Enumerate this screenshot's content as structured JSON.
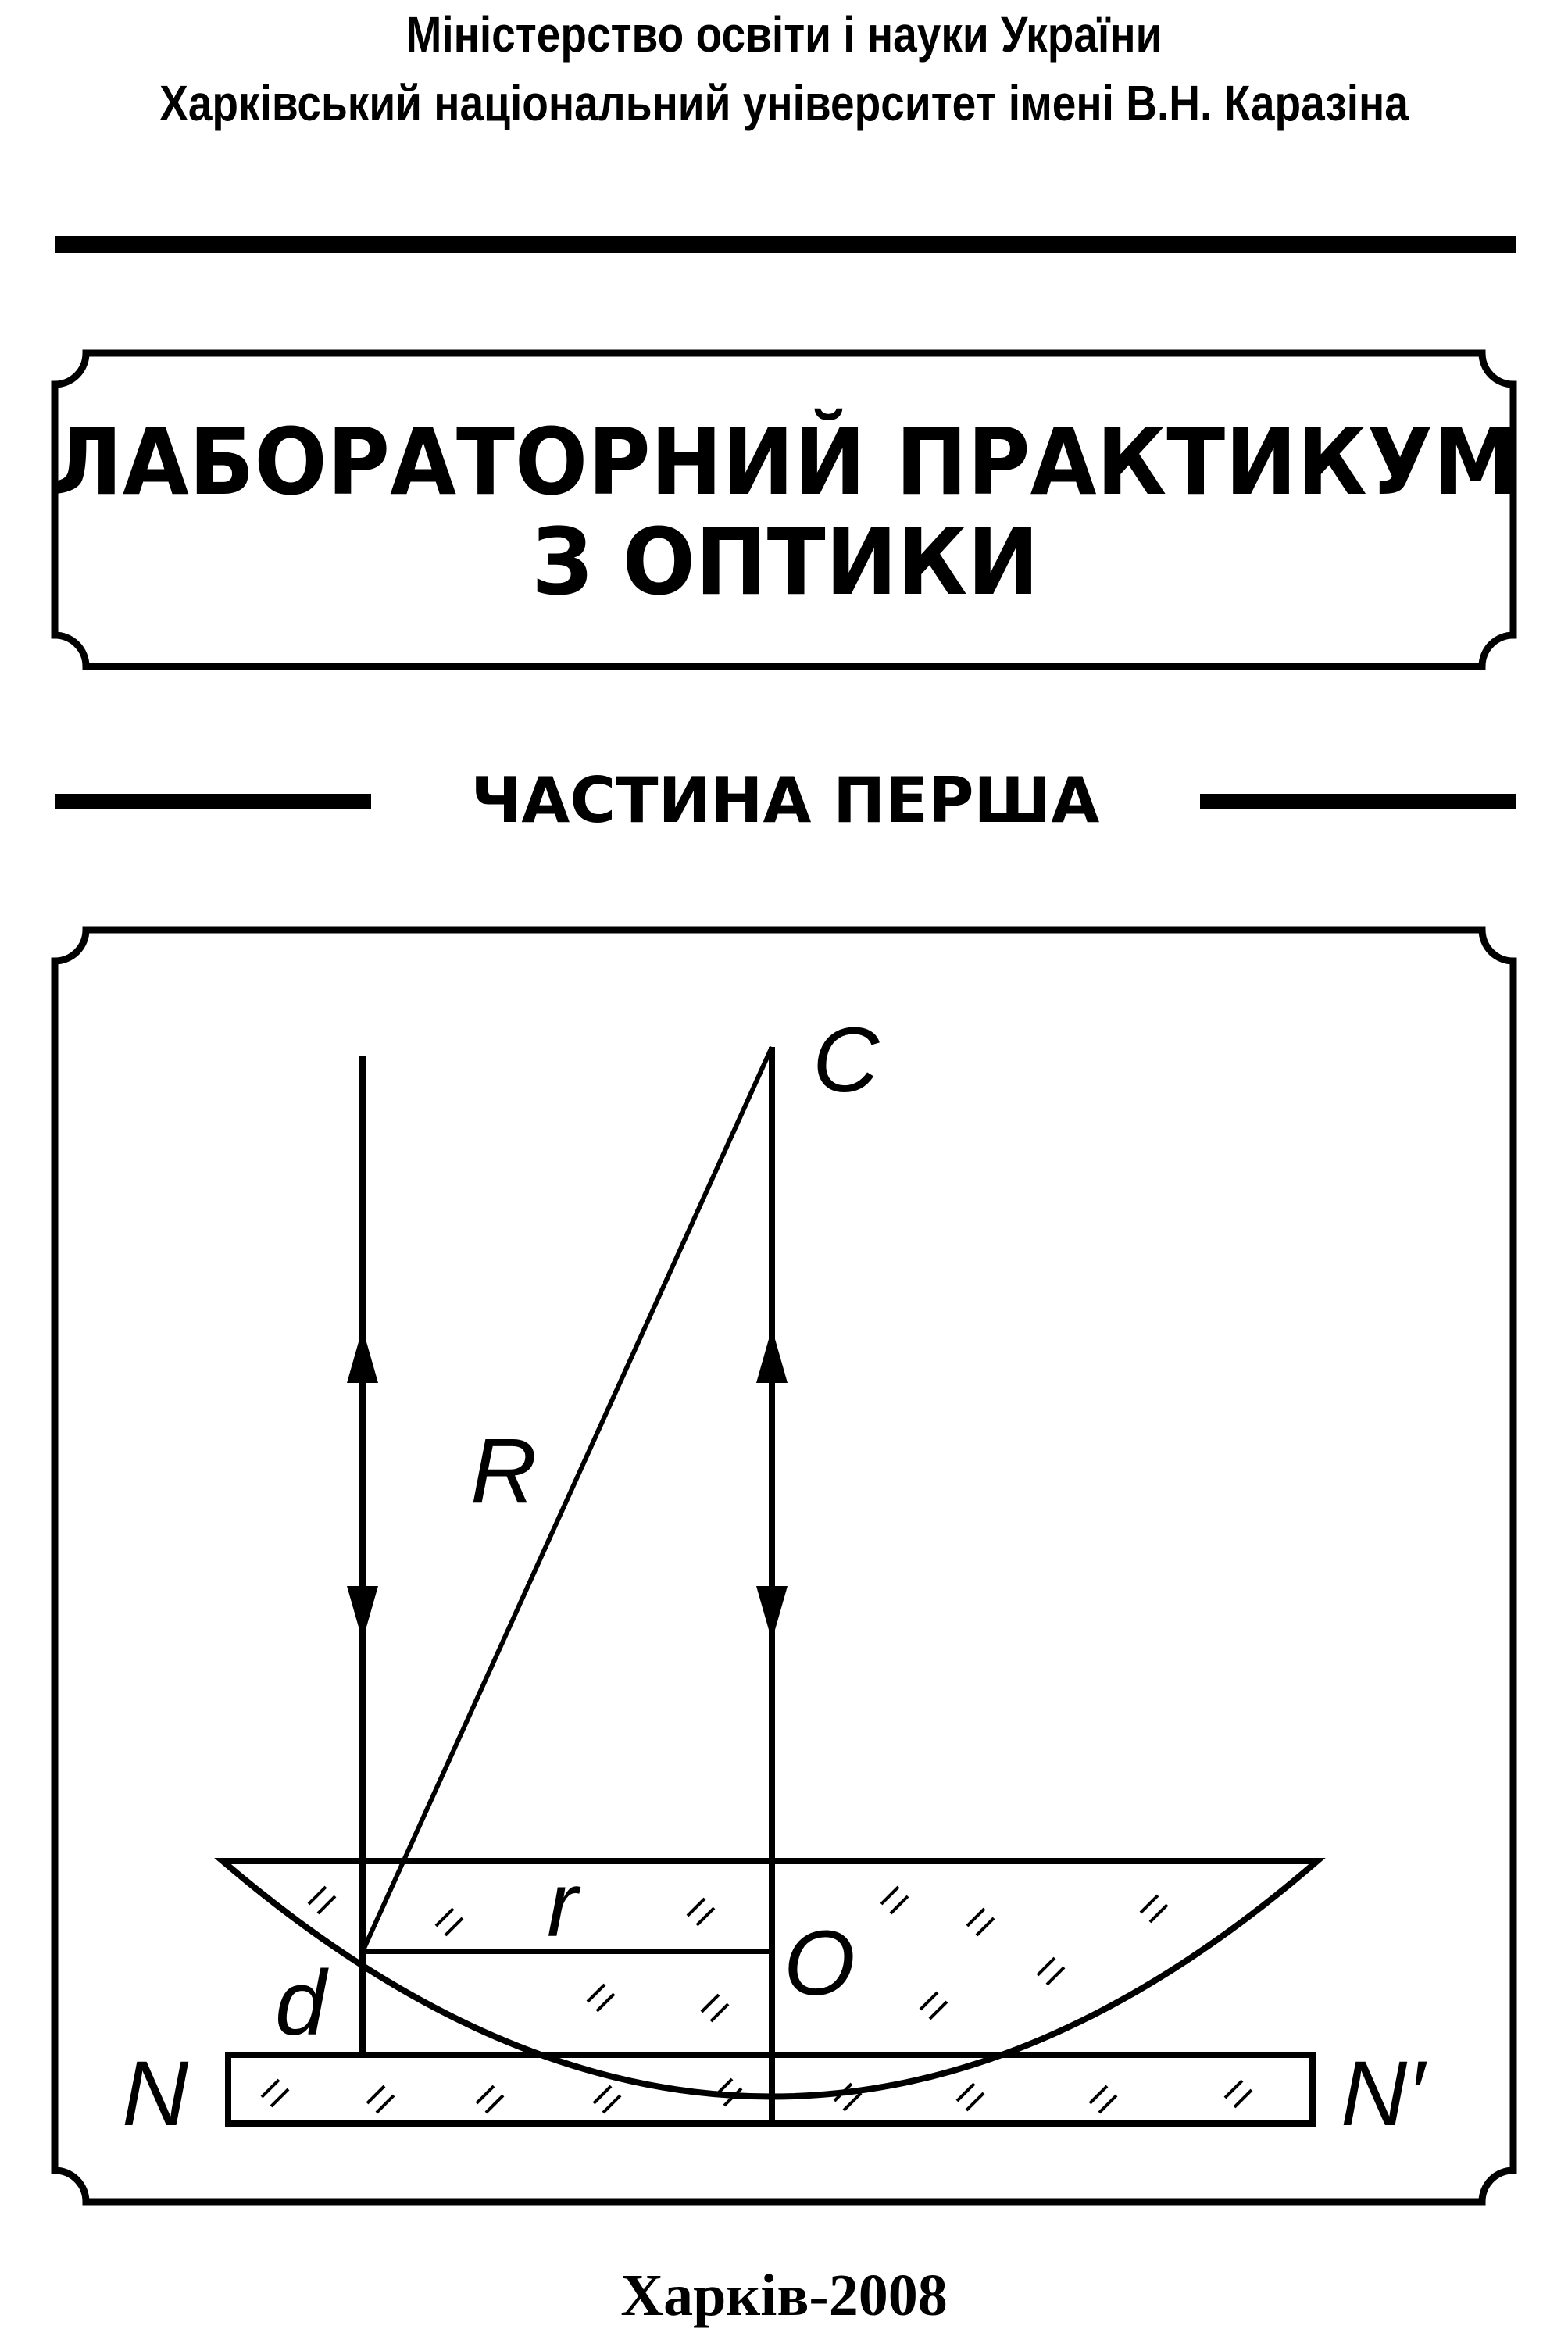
{
  "header": {
    "ministry": "Міністерство освіти і науки України",
    "university": "Харківський національний університет імені В.Н. Каразіна"
  },
  "title": {
    "line1": "ЛАБОРАТОРНИЙ ПРАКТИКУМ",
    "line2": "З ОПТИКИ"
  },
  "part": "ЧАСТИНА ПЕРША",
  "diagram": {
    "labels": {
      "C": "C",
      "R": "R",
      "r": "r",
      "O": "O",
      "d": "d",
      "N": "N",
      "N_prime": "N′"
    }
  },
  "footer": "Харків-2008"
}
